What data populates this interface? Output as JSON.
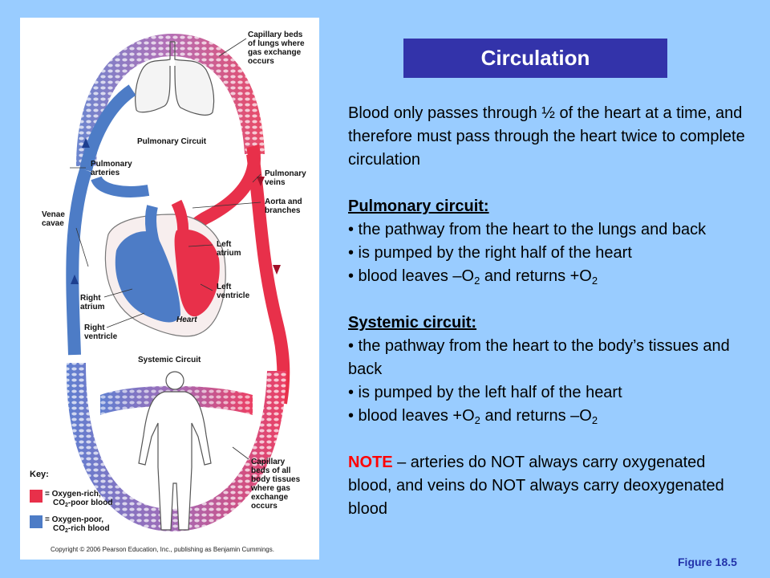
{
  "title": "Circulation",
  "intro": "Blood only passes through ½ of the heart at a time, and therefore must pass through the heart twice to complete circulation",
  "pulmonary": {
    "heading": "Pulmonary circuit:",
    "bullet1": "• the pathway from the heart to the lungs and back",
    "bullet2": "• is pumped by the right half of the heart",
    "bullet3_pre": "• blood leaves –O",
    "bullet3_sub1": "2",
    "bullet3_mid": " and returns +O",
    "bullet3_sub2": "2"
  },
  "systemic": {
    "heading": "Systemic circuit:",
    "bullet1": "• the pathway from the heart to the body’s tissues and back",
    "bullet2": "• is pumped by the left half of the heart",
    "bullet3_pre": "• blood leaves +O",
    "bullet3_sub1": "2",
    "bullet3_mid": " and returns –O",
    "bullet3_sub2": "2"
  },
  "note": {
    "word": "NOTE",
    "text": " – arteries do NOT always carry oxygenated blood, and veins do NOT always carry deoxygenated blood"
  },
  "figure_label": "Figure 18.5",
  "diagram": {
    "labels": {
      "capillary_lungs": [
        "Capillary beds",
        "of lungs where",
        "gas exchange",
        "occurs"
      ],
      "pulmonary_circuit": "Pulmonary Circuit",
      "pulmonary_arteries": [
        "Pulmonary",
        "arteries"
      ],
      "pulmonary_veins": [
        "Pulmonary",
        "veins"
      ],
      "aorta": [
        "Aorta and",
        "branches"
      ],
      "venae_cavae": [
        "Venae",
        "cavae"
      ],
      "left_atrium": [
        "Left",
        "atrium"
      ],
      "left_ventricle": [
        "Left",
        "ventricle"
      ],
      "right_atrium": [
        "Right",
        "atrium"
      ],
      "right_ventricle": [
        "Right",
        "ventricle"
      ],
      "heart": "Heart",
      "systemic_circuit": "Systemic Circuit",
      "capillary_body": [
        "Capillary",
        "beds of all",
        "body tissues",
        "where gas",
        "exchange",
        "occurs"
      ],
      "key_title": "Key:",
      "key_red_1": "= Oxygen-rich,",
      "key_red_2_pre": "CO",
      "key_red_2_sub": "2",
      "key_red_2_post": "-poor blood",
      "key_blue_1": "= Oxygen-poor,",
      "key_blue_2_pre": "CO",
      "key_blue_2_sub": "2",
      "key_blue_2_post": "-rich blood"
    },
    "copyright": "Copyright © 2006 Pearson Education, Inc., publishing as Benjamin Cummings.",
    "colors": {
      "oxygen_rich": "#e8304a",
      "oxygen_poor": "#4d7cc6"
    }
  }
}
